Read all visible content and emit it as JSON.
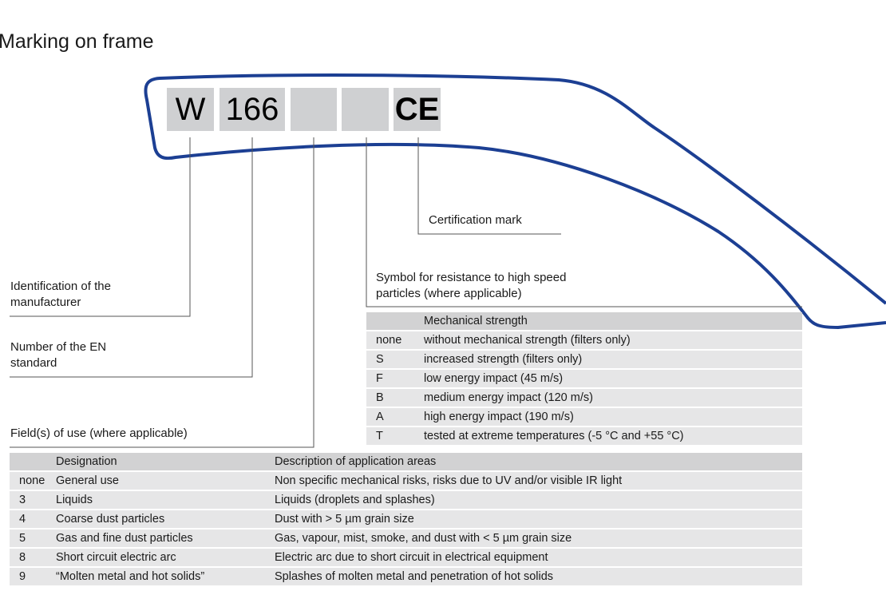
{
  "title": "Marking on frame",
  "marks": [
    "W",
    "166",
    "",
    "",
    "CE"
  ],
  "labels": {
    "manufacturer": "Identification of the manufacturer",
    "standard": "Number of the EN standard",
    "field": "Field(s) of use (where applicable)",
    "symbol": "Symbol for resistance to high speed particles (where applicable)",
    "cert": "Certification mark"
  },
  "mech": {
    "header": [
      "",
      "Mechanical strength"
    ],
    "rows": [
      [
        "none",
        "without mechanical strength (filters only)"
      ],
      [
        "S",
        "increased strength (filters only)"
      ],
      [
        "F",
        "low energy impact (45 m/s)"
      ],
      [
        "B",
        "medium energy impact (120 m/s)"
      ],
      [
        "A",
        "high energy impact (190 m/s)"
      ],
      [
        "T",
        "tested at extreme temperatures (-5 °C and +55 °C)"
      ]
    ]
  },
  "use": {
    "header": [
      "",
      "Designation",
      "Description of application areas"
    ],
    "rows": [
      [
        "none",
        "General use",
        "Non specific mechanical risks, risks due to UV and/or visible IR light"
      ],
      [
        "3",
        "Liquids",
        "Liquids (droplets and splashes)"
      ],
      [
        "4",
        "Coarse dust particles",
        "Dust with > 5 µm grain size"
      ],
      [
        "5",
        "Gas and fine dust particles",
        "Gas, vapour, mist, smoke, and dust with < 5 µm grain size"
      ],
      [
        "8",
        "Short circuit electric arc",
        "Electric arc due to short circuit in electrical equipment"
      ],
      [
        "9",
        "“Molten metal and hot solids”",
        "Splashes of molten metal and penetration of hot solids"
      ]
    ]
  },
  "colors": {
    "frame": "#1c3f93"
  }
}
